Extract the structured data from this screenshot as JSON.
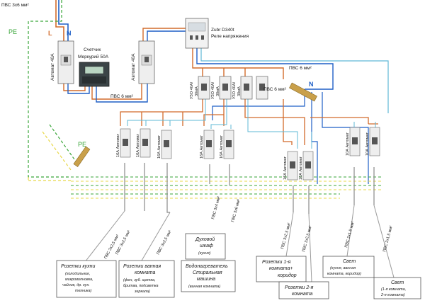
{
  "labels": {
    "input_cable": "ПВС 3х6 мм²",
    "pe_left": "PE",
    "l_phase": "L",
    "n_neutral": "N",
    "meter_line1": "Счетчик",
    "meter_line2": "Меркурий 50А",
    "breaker_left": "Автомат 40А",
    "breaker_right": "Автомат 40А",
    "pvs6_meter": "ПВС 6 мм²",
    "relay_line1": "Zubr D340t",
    "relay_line2": "Реле напряжения",
    "pvs6_top": "ПВС 6 мм²",
    "pvs6_mid": "ПВС 6 мм²",
    "n_bus": "N",
    "pe_bus": "PE",
    "uzo1_a": "УЗО 40А/",
    "uzo1_b": "30мА",
    "uzo2_a": "УЗО 40А/",
    "uzo2_b": "30мА",
    "uzo3_a": "УЗО 40А/",
    "uzo3_b": "30мА"
  },
  "breakers": [
    {
      "label": "16А Автомат"
    },
    {
      "label": "16А Автомат"
    },
    {
      "label": "16А Автомат"
    },
    {
      "label": "16А Автомат"
    },
    {
      "label": "16А Автомат"
    },
    {
      "label": "16А Автомат"
    },
    {
      "label": "16А Автомат"
    },
    {
      "label": "10А Автомат"
    },
    {
      "label": "10А Автомат"
    }
  ],
  "cables": [
    {
      "label": "ПВС 3х2,5 мм²"
    },
    {
      "label": "ПВС 3х2,5 мм²"
    },
    {
      "label": "ПВС 3х2,5 мм²"
    },
    {
      "label": "ПВС 3х4 мм²"
    },
    {
      "label": "ПВС 3х6 мм²"
    },
    {
      "label": "ПВС 3х2,5 мм²"
    },
    {
      "label": "ПВС 3х2,5 мм²"
    },
    {
      "label": "ПВС 2х1,5 мм²"
    },
    {
      "label": "ПВС 2х1,5 мм²"
    }
  ],
  "boxes": {
    "kitchen": {
      "title": "Розетки кухни",
      "lines": [
        "(холодильник,",
        "микроволновка,",
        "чайник, др. кух.",
        "техника)"
      ]
    },
    "bath": {
      "title1": "Розетки ванная",
      "title2": "комната",
      "lines": [
        "(фен, зуб. щетка,",
        "бритва, подсветка",
        "зеркала)"
      ]
    },
    "oven": {
      "title1": "Духовой",
      "title2": "шкаф",
      "sub": "(кухня)"
    },
    "water": {
      "title1": "Водонагреватель",
      "title2": "Стиральная",
      "title3": "машина",
      "sub": "(ванная комната)"
    },
    "room1": {
      "title1": "Розетки 1-я",
      "title2": "комната+",
      "title3": "коридор"
    },
    "room2": {
      "title1": "Розетки 2-я",
      "title2": "комната"
    },
    "light1": {
      "title": "Свет",
      "lines": [
        "(кухня, ванная",
        "комната, коридор)"
      ]
    },
    "light2": {
      "title": "Свет",
      "lines": [
        "(1-я комната,",
        "2-я комната)"
      ]
    }
  },
  "colors": {
    "phase": "#d26b2b",
    "neutral": "#1e5fc6",
    "pe": "#3aa63a",
    "cyan": "#5fb8d6",
    "device": "#ececec"
  }
}
